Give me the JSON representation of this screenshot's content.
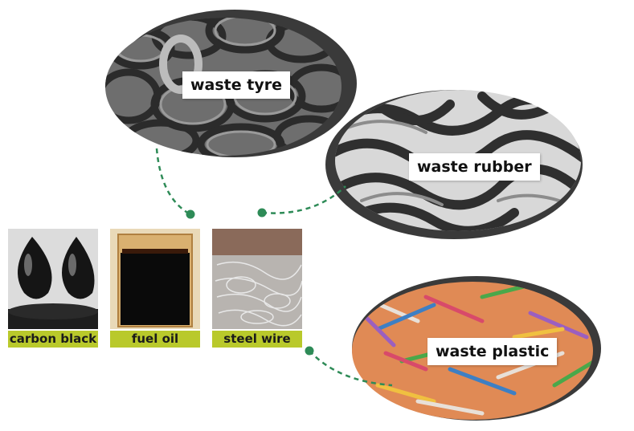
{
  "inputs": {
    "tyre": {
      "label": "waste tyre"
    },
    "rubber": {
      "label": "waste rubber"
    },
    "plastic": {
      "label": "waste plastic"
    }
  },
  "products": [
    {
      "label": "carbon black"
    },
    {
      "label": "fuel oil"
    },
    {
      "label": "steel wire"
    }
  ],
  "colors": {
    "connector": "#2e8b57",
    "caption_bg": "#b9c92b",
    "ellipse_frame": "#3a3a3a"
  }
}
